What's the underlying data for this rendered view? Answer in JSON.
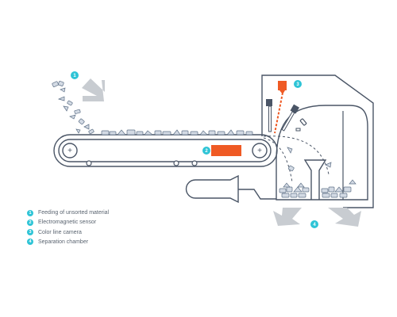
{
  "colors": {
    "outline": "#4a5566",
    "accent": "#2ec4d6",
    "sensor": "#ef5a24",
    "arrow": "#c8ccd1",
    "material_fill": "#d3dae4",
    "material_stroke": "#5f7187"
  },
  "markers": [
    {
      "id": "1",
      "label": "1"
    },
    {
      "id": "2",
      "label": "2"
    },
    {
      "id": "3",
      "label": "3"
    },
    {
      "id": "4",
      "label": "4"
    }
  ],
  "legend": [
    {
      "number": "1",
      "label": "Feeding of unsorted material"
    },
    {
      "number": "2",
      "label": "Electromagnetic sensor"
    },
    {
      "number": "3",
      "label": "Color line camera"
    },
    {
      "number": "4",
      "label": "Separation chamber"
    }
  ],
  "roller_symbol": "+"
}
